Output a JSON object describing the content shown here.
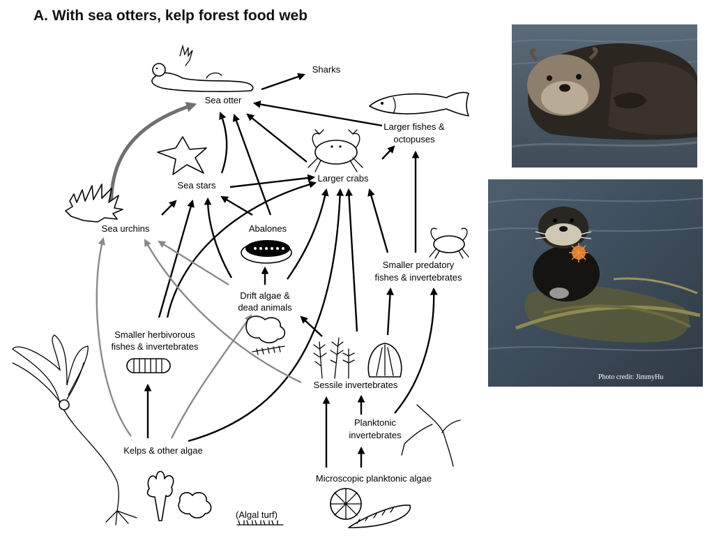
{
  "title": "A.  With sea otters, kelp forest food web",
  "nodes": {
    "sharks": "Sharks",
    "sea_otter": "Sea otter",
    "larger_fishes_1": "Larger fishes &",
    "larger_fishes_2": "octopuses",
    "sea_stars": "Sea stars",
    "larger_crabs": "Larger crabs",
    "sea_urchins": "Sea urchins",
    "abalones": "Abalones",
    "smaller_predatory_1": "Smaller predatory",
    "smaller_predatory_2": "fishes & invertebrates",
    "drift_algae_1": "Drift algae &",
    "drift_algae_2": "dead animals",
    "smaller_herbivorous_1": "Smaller herbivorous",
    "smaller_herbivorous_2": "fishes & invertebrates",
    "sessile": "Sessile invertebrates",
    "planktonic_1": "Planktonic",
    "planktonic_2": "invertebrates",
    "kelps": "Kelps & other algae",
    "microscopic": "Microscopic planktonic algae",
    "algal_turf": "(Algal turf)"
  },
  "photos": {
    "credit": "Photo credit: JimmyHu"
  },
  "colors": {
    "black_arrow": "#000000",
    "gray_arrow": "#8a8a8a",
    "otter_arrow": "#707070"
  }
}
